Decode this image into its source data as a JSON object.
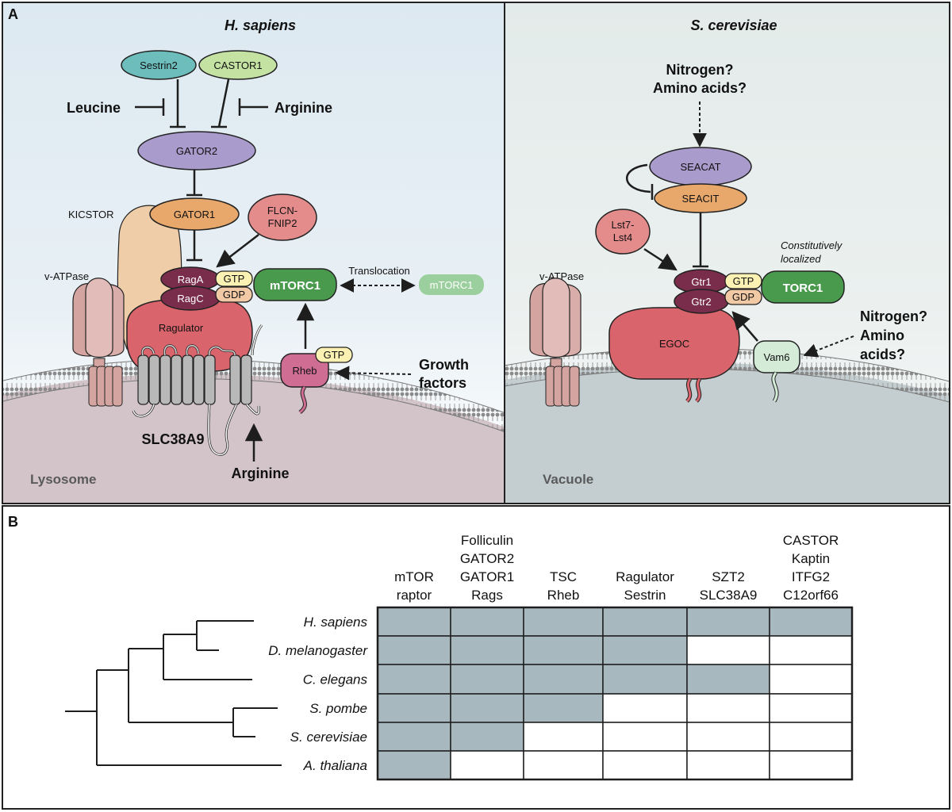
{
  "panel_a": {
    "label": "A",
    "left": {
      "title": "H. sapiens",
      "sestrin2": "Sestrin2",
      "castor1": "CASTOR1",
      "leucine": "Leucine",
      "arginine_top": "Arginine",
      "gator2": "GATOR2",
      "gator1": "GATOR1",
      "kicstor": "KICSTOR",
      "flcn_line1": "FLCN-",
      "flcn_line2": "FNIP2",
      "vatpase": "v-ATPase",
      "raga": "RagA",
      "ragc": "RagC",
      "gtp": "GTP",
      "gdp": "GDP",
      "mtorc1": "mTORC1",
      "translocation": "Translocation",
      "mtorc1_faded": "mTORC1",
      "ragulator": "Ragulator",
      "rheb": "Rheb",
      "rheb_gtp": "GTP",
      "growth_line1": "Growth",
      "growth_line2": "factors",
      "slc38a9": "SLC38A9",
      "arginine_bottom": "Arginine",
      "lysosome": "Lysosome"
    },
    "right": {
      "title": "S. cerevisiae",
      "nitrogen_line1": "Nitrogen?",
      "nitrogen_line2": "Amino acids?",
      "seacat": "SEACAT",
      "seacit": "SEACIT",
      "lst_line1": "Lst7-",
      "lst_line2": "Lst4",
      "const_line1": "Constitutively",
      "const_line2": "localized",
      "vatpase": "v-ATPase",
      "gtr1": "Gtr1",
      "gtr2": "Gtr2",
      "gtp": "GTP",
      "gdp": "GDP",
      "torc1": "TORC1",
      "egoc": "EGOC",
      "vam6": "Vam6",
      "nitrogen2_line1": "Nitrogen?",
      "nitrogen2_line2": "Amino",
      "nitrogen2_line3": "acids?",
      "vacuole": "Vacuole"
    }
  },
  "panel_b": {
    "label": "B",
    "columns": [
      [
        "mTOR",
        "raptor"
      ],
      [
        "Folliculin",
        "GATOR2",
        "GATOR1",
        "Rags"
      ],
      [
        "TSC",
        "Rheb"
      ],
      [
        "Ragulator",
        "Sestrin"
      ],
      [
        "SZT2",
        "SLC38A9"
      ],
      [
        "CASTOR",
        "Kaptin",
        "ITFG2",
        "C12orf66"
      ]
    ],
    "species": [
      "H. sapiens",
      "D. melanogaster",
      "C. elegans",
      "S. pombe",
      "S. cerevisiae",
      "A. thaliana"
    ],
    "presence": [
      [
        1,
        1,
        1,
        1,
        1,
        1
      ],
      [
        1,
        1,
        1,
        1,
        0,
        0
      ],
      [
        1,
        1,
        1,
        1,
        1,
        0
      ],
      [
        1,
        1,
        1,
        0,
        0,
        0
      ],
      [
        1,
        1,
        0,
        0,
        0,
        0
      ],
      [
        1,
        0,
        0,
        0,
        0,
        0
      ]
    ],
    "colors": {
      "present": "#a8b8bf",
      "absent": "#ffffff"
    }
  }
}
